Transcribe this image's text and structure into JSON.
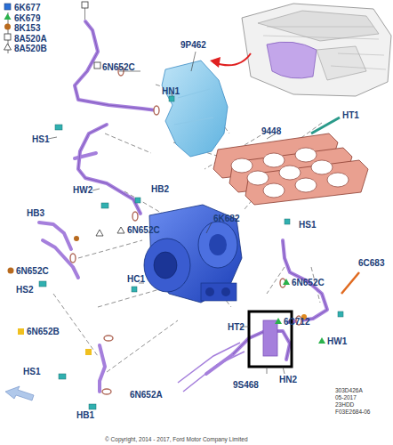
{
  "diagram": {
    "labels": [
      "9P462",
      "6N652C",
      "HN1",
      "HS1",
      "HT1",
      "9448",
      "HW2",
      "HB2",
      "6N652C",
      "6K682",
      "HB3",
      "HS1",
      "6N652C",
      "HS2",
      "HC1",
      "6N652C",
      "6C683",
      "HT2",
      "6C712",
      "HW1",
      "6N652B",
      "HS1",
      "HN2",
      "9S468",
      "HB1",
      "6N652A",
      "303D426A",
      "05-2017",
      "23HDD",
      "F03E2684-06",
      "© Copyright, 2014 - 2017, Ford Motor Company Limited"
    ],
    "legend": [
      {
        "text": "6K677"
      },
      {
        "text": "6K679"
      },
      {
        "text": "8K153"
      },
      {
        "text": "8A520A"
      },
      {
        "text": "8A520B"
      }
    ]
  }
}
